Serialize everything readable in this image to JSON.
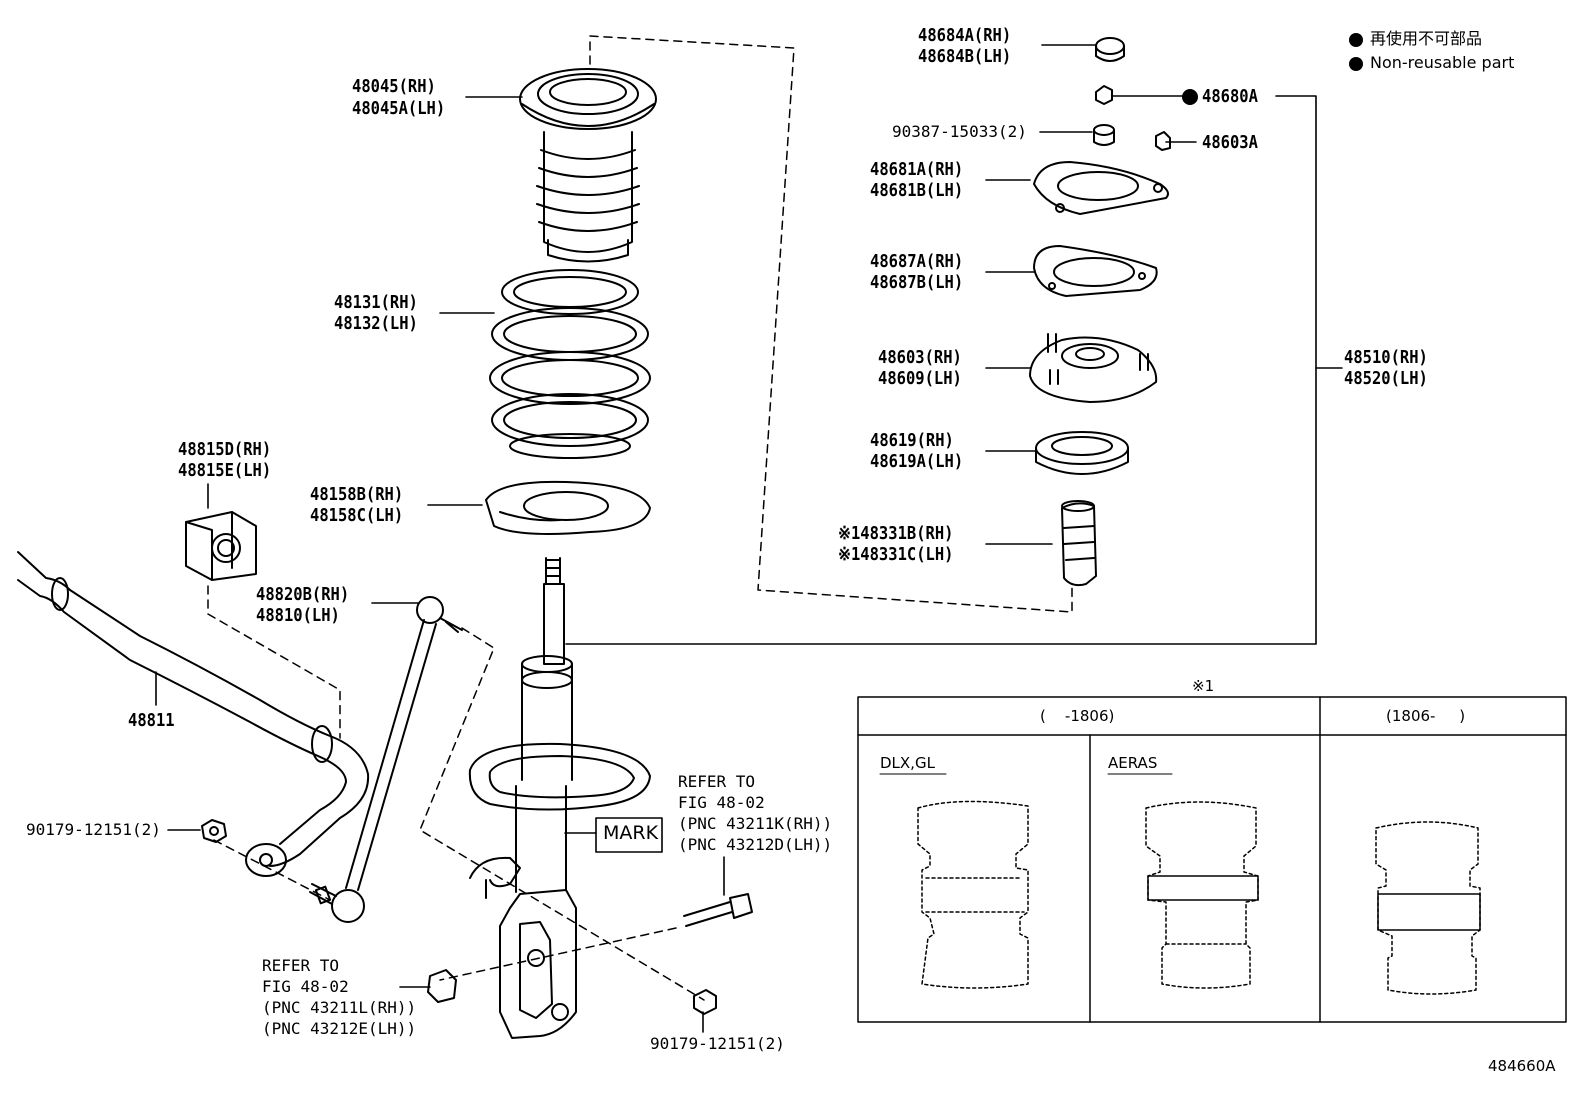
{
  "legend": {
    "line1": "再使用不可部品",
    "line2": "Non-reusable part"
  },
  "parts": {
    "p48045": [
      "48045(RH)",
      "48045A(LH)"
    ],
    "p48131": [
      "48131(RH)",
      "48132(LH)"
    ],
    "p48815": [
      "48815D(RH)",
      "48815E(LH)"
    ],
    "p48158": [
      "48158B(RH)",
      "48158C(LH)"
    ],
    "p48820": [
      "48820B(RH)",
      "48810(LH)"
    ],
    "p48811": "48811",
    "p90179_left": "90179-12151(2)",
    "p90179_bottom": "90179-12151(2)",
    "p48684": [
      "48684A(RH)",
      "48684B(LH)"
    ],
    "p48680A": "48680A",
    "p90387": "90387-15033(2)",
    "p48603A": "48603A",
    "p48681": [
      "48681A(RH)",
      "48681B(LH)"
    ],
    "p48687": [
      "48687A(RH)",
      "48687B(LH)"
    ],
    "p48603": [
      "48603(RH)",
      "48609(LH)"
    ],
    "p48619": [
      "48619(RH)",
      "48619A(LH)"
    ],
    "p48331": [
      "※148331B(RH)",
      "※148331C(LH)"
    ],
    "p48510": [
      "48510(RH)",
      "48520(LH)"
    ]
  },
  "refer_right": [
    "REFER TO",
    "FIG 48-02",
    "(PNC 43211K(RH))",
    "(PNC 43212D(LH))"
  ],
  "refer_bottom": [
    "REFER TO",
    "FIG 48-02",
    "(PNC 43211L(RH))",
    "(PNC 43212E(LH))"
  ],
  "mark_label": "MARK",
  "table": {
    "note_mark": "※1",
    "col_left_header": "(    -1806)",
    "col_right_header": "(1806-     )",
    "sub1": "DLX,GL",
    "sub2": "AERAS"
  },
  "figure_id": "484660A"
}
